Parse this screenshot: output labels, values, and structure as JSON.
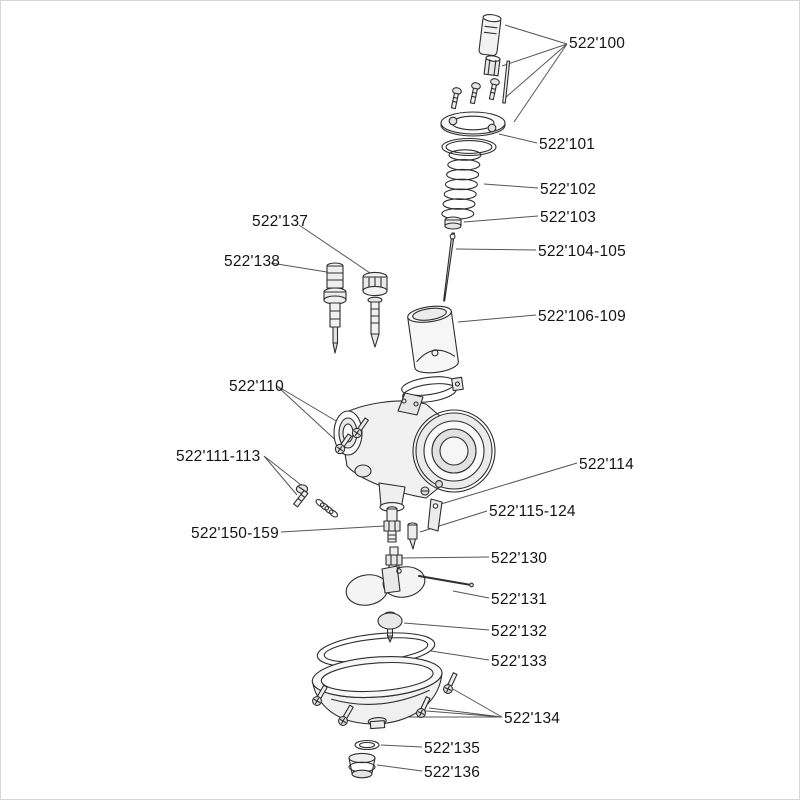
{
  "figure": {
    "type": "exploded-parts-diagram",
    "subject": "carburetor assembly",
    "background": "#ffffff",
    "line_color": "#2e2e2e",
    "leader_color": "#555555",
    "label_color": "#141414"
  },
  "labels": {
    "p100": "522'100",
    "p101": "522'101",
    "p102": "522'102",
    "p103": "522'103",
    "p104_105": "522'104-105",
    "p106_109": "522'106-109",
    "p110": "522'110",
    "p111_113": "522'111-113",
    "p114": "522'114",
    "p115_124": "522'115-124",
    "p130": "522'130",
    "p131": "522'131",
    "p132": "522'132",
    "p133": "522'133",
    "p134": "522'134",
    "p135": "522'135",
    "p136": "522'136",
    "p137": "522'137",
    "p138": "522'138",
    "p150_159": "522'150-159"
  }
}
